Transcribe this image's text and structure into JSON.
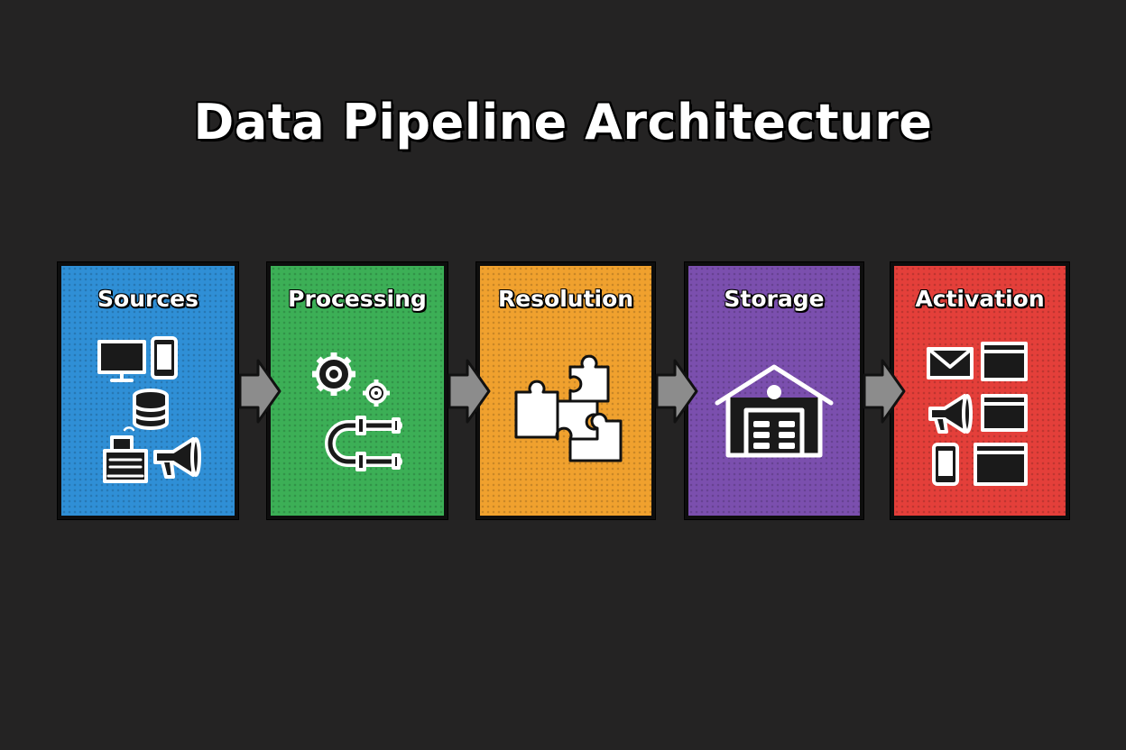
{
  "title": "Data Pipeline Architecture",
  "stages": [
    {
      "label": "Sources",
      "color": "#2f8fd6",
      "icons": [
        "desktop-monitor-icon",
        "smartphone-icon",
        "database-icon",
        "cash-register-icon",
        "megaphone-icon"
      ]
    },
    {
      "label": "Processing",
      "color": "#3caf56",
      "icons": [
        "gears-icon",
        "pipes-icon"
      ]
    },
    {
      "label": "Resolution",
      "color": "#f0a12e",
      "icons": [
        "puzzle-pieces-icon"
      ]
    },
    {
      "label": "Storage",
      "color": "#7b4fae",
      "icons": [
        "warehouse-icon"
      ]
    },
    {
      "label": "Activation",
      "color": "#e43f3a",
      "icons": [
        "email-icon",
        "browser-window-icon",
        "megaphone-icon",
        "smartphone-icon"
      ]
    }
  ],
  "arrow_color": "#8c8c8c"
}
